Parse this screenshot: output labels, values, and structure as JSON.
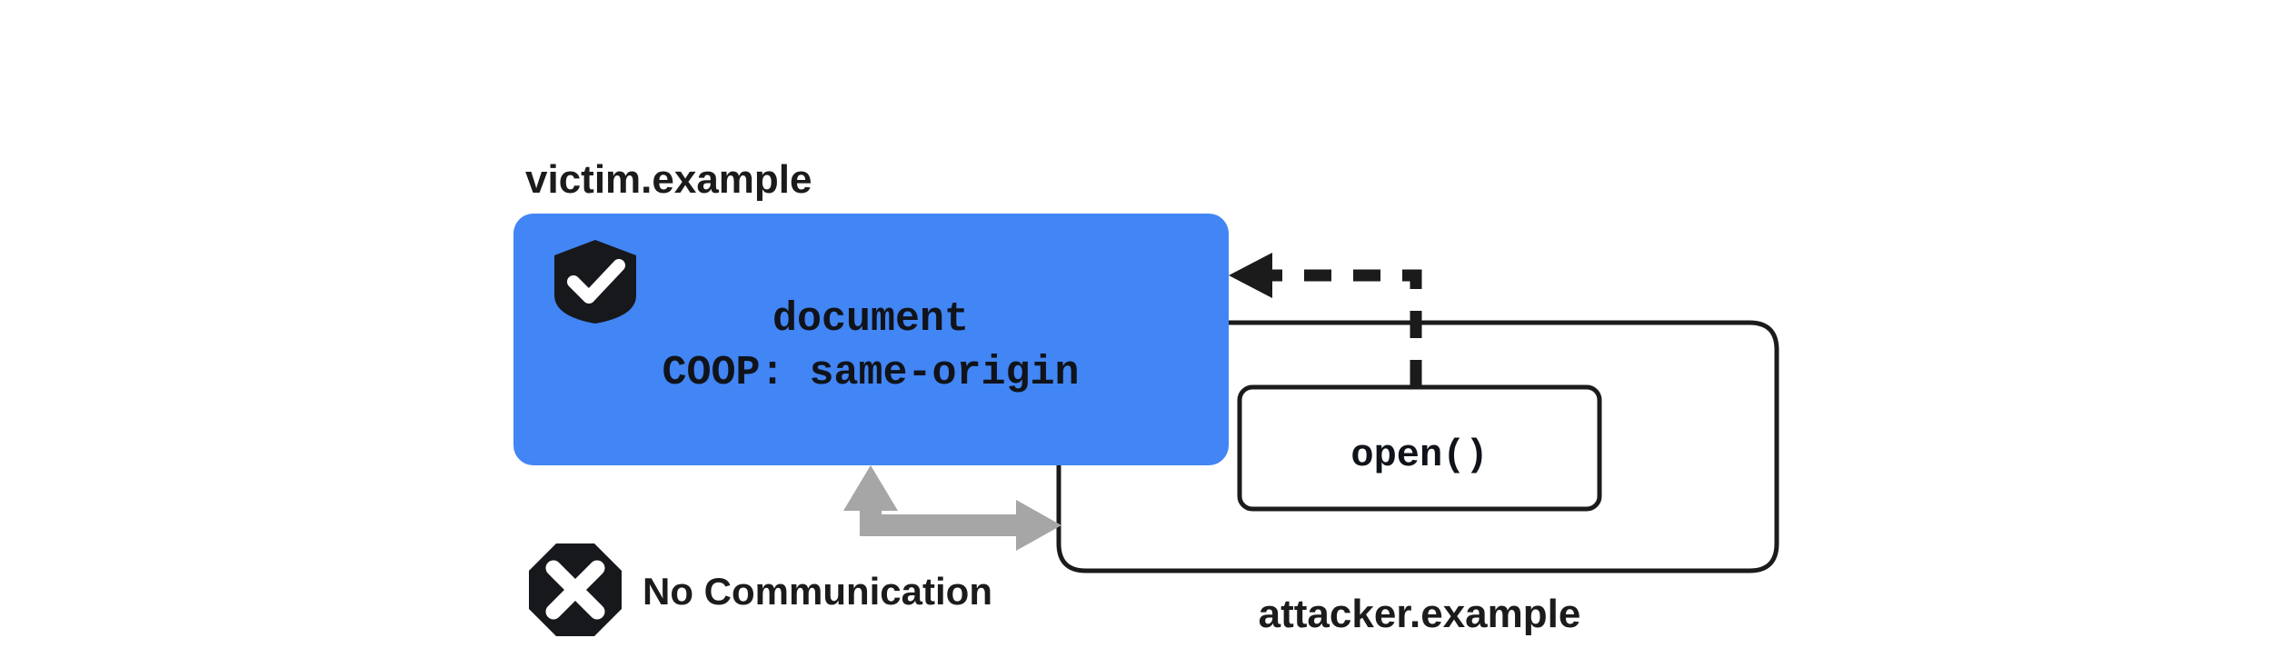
{
  "diagram": {
    "title_semantics": "COOP same-origin prevents cross-origin window communication",
    "colors": {
      "victim_fill": "#4285F4",
      "stroke_dark": "#1b1b1b",
      "gray_arrow": "#a6a6a6",
      "background": "#ffffff",
      "icon_dark": "#17181c",
      "icon_light": "#ffffff"
    },
    "victim": {
      "label": "victim.example",
      "document_label": "document",
      "coop_header": "COOP: same-origin",
      "shield_icon": "shield-check-icon"
    },
    "attacker": {
      "label": "attacker.example",
      "open_call": "open()"
    },
    "no_communication": {
      "label": "No Communication",
      "icon": "octagon-x-icon"
    },
    "arrows": {
      "open_arrow": "dashed-arrow-open-to-victim",
      "blocked_arrow": "gray-bidirectional-blocked-arrow"
    }
  }
}
